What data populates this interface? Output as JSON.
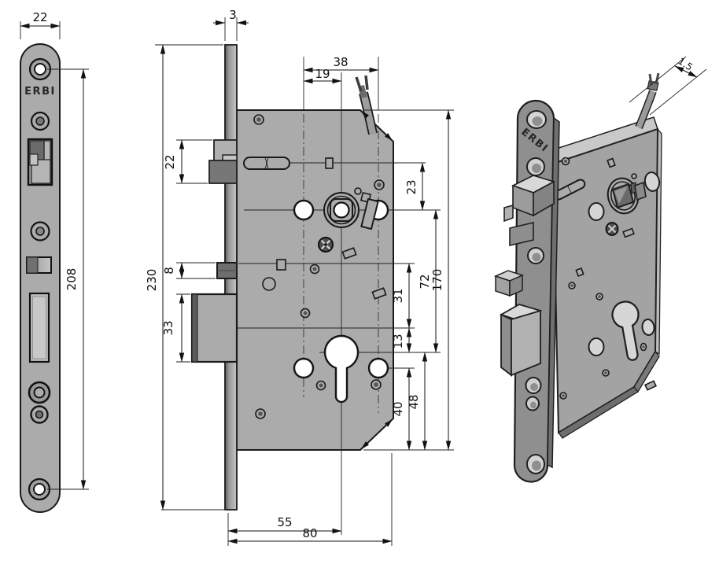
{
  "meta": {
    "brand": "ERBI",
    "body_color": "#ababab",
    "outline_color": "#1a1a1a",
    "background": "#ffffff"
  },
  "front_view": {
    "width": "22",
    "screw_spacing": "208"
  },
  "side_view": {
    "plate_thickness": "3",
    "plate_height": "230",
    "latch_height": "22",
    "trigger_height": "8",
    "deadbolt_height": "33",
    "spindle_span": "38",
    "spindle_offset": "19",
    "slot_to_spindle": "23",
    "spindle_to_cylinder": "72",
    "dim_31": "31",
    "dim_13": "13",
    "dim_40": "40",
    "dim_48": "48",
    "body_height": "170",
    "backset": "55",
    "body_depth": "80"
  },
  "iso_view": {
    "cable_length": "1.5"
  }
}
